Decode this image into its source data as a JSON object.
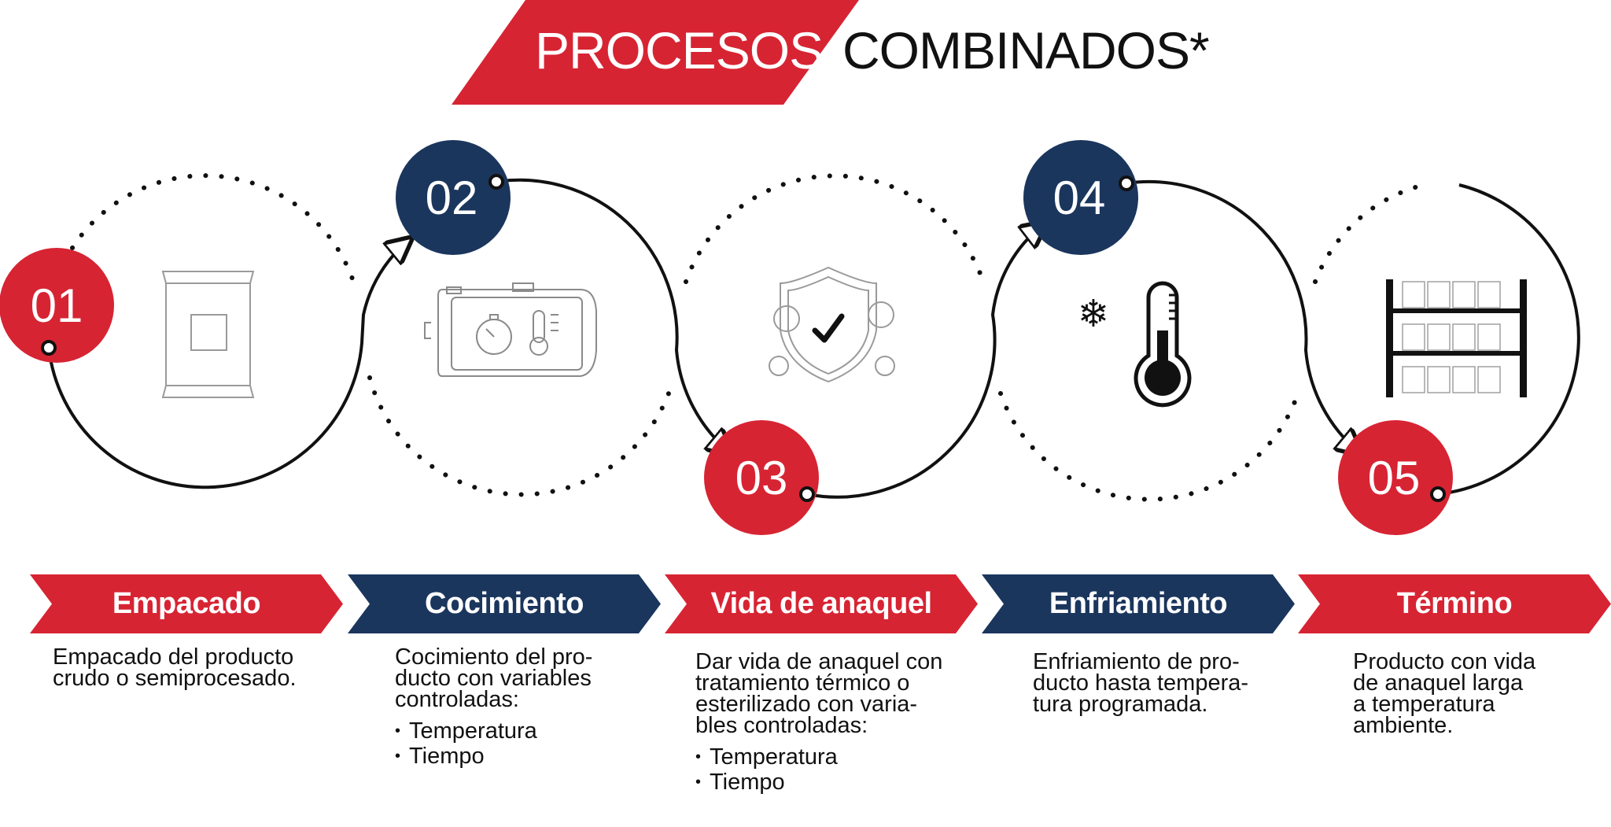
{
  "title": {
    "part1": "PROCESOS",
    "part2": "COMBINADOS*"
  },
  "colors": {
    "red": "#d72433",
    "navy": "#1b365d",
    "black": "#111111",
    "icon_gray": "#9a9a9a"
  },
  "steps": [
    {
      "number": "01",
      "label": "Empacado",
      "color": "red",
      "icon": "package-pouch-icon",
      "description": [
        "Empacado del producto",
        "crudo o semiprocesado."
      ],
      "bullets": []
    },
    {
      "number": "02",
      "label": "Cocimiento",
      "color": "navy",
      "icon": "cooking-vessel-icon",
      "description": [
        "Cocimiento del pro-",
        "ducto con variables",
        "controladas:"
      ],
      "bullets": [
        "Temperatura",
        "Tiempo"
      ]
    },
    {
      "number": "03",
      "label": "Vida de anaquel",
      "color": "red",
      "icon": "shield-virus-icon",
      "description": [
        "Dar vida de anaquel con",
        "tratamiento térmico o",
        "esterilizado con varia-",
        "bles controladas:"
      ],
      "bullets": [
        "Temperatura",
        "Tiempo"
      ]
    },
    {
      "number": "04",
      "label": "Enfriamiento",
      "color": "navy",
      "icon": "snowflake-thermometer-icon",
      "description": [
        "Enfriamiento de pro-",
        "ducto hasta tempera-",
        "tura programada."
      ],
      "bullets": []
    },
    {
      "number": "05",
      "label": "Término",
      "color": "red",
      "icon": "storage-rack-icon",
      "description": [
        "Producto con vida",
        "de anaquel larga",
        "a temperatura",
        "ambiente."
      ],
      "bullets": []
    }
  ]
}
